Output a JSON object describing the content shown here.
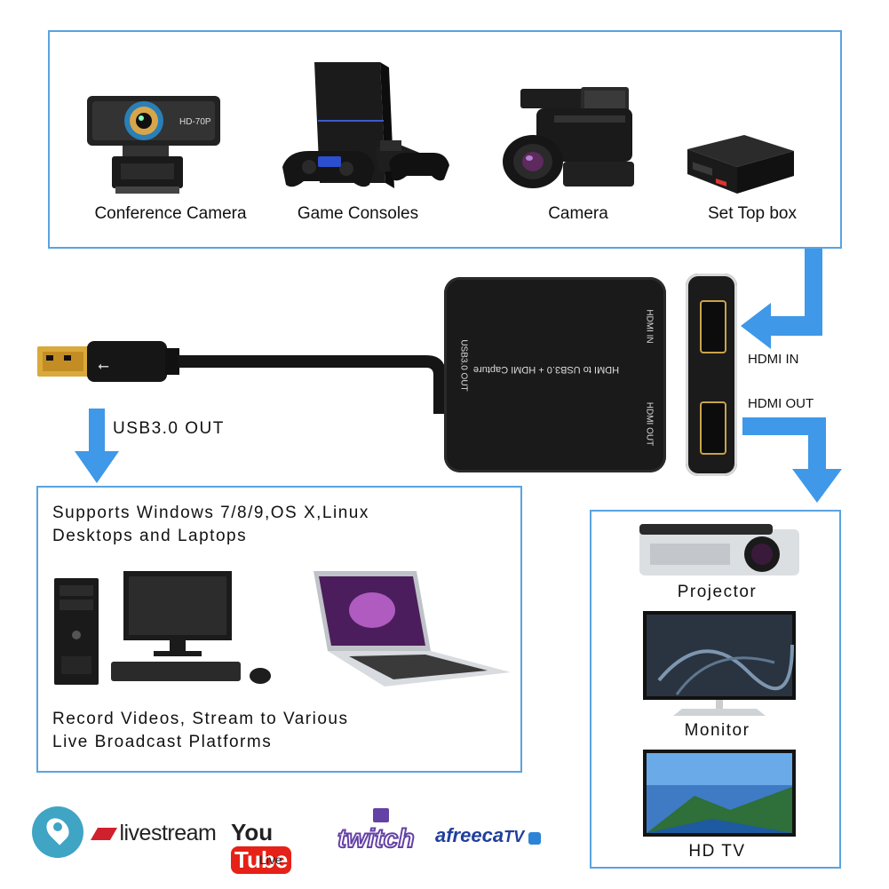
{
  "sources": {
    "items": [
      {
        "label": "Conference Camera",
        "icon": "webcam-icon",
        "badge": "HD-70P"
      },
      {
        "label": "Game Consoles",
        "icon": "game-console-icon"
      },
      {
        "label": "Camera",
        "icon": "camcorder-icon"
      },
      {
        "label": "Set Top box",
        "icon": "set-top-box-icon"
      }
    ]
  },
  "device": {
    "port_in_label": "HDMI IN",
    "port_out_label": "HDMI OUT",
    "usb_label": "USB3.0 OUT",
    "product_label": "HDMI to USB3.0 + HDMI Capture",
    "side_in": "HDMI IN",
    "side_out": "HDMI OUT"
  },
  "usb_out_label": "USB3.0 OUT",
  "computers": {
    "support_line1": "Supports Windows 7/8/9,OS X,Linux",
    "support_line2": "Desktops and Laptops",
    "record_line1": "Record Videos, Stream to Various",
    "record_line2": "Live Broadcast Platforms"
  },
  "outputs": {
    "items": [
      {
        "label": "Projector",
        "icon": "projector-icon"
      },
      {
        "label": "Monitor",
        "icon": "monitor-icon"
      },
      {
        "label": "HD TV",
        "icon": "tv-icon"
      }
    ]
  },
  "platforms": {
    "livestream": "livestream",
    "youtube_you": "You",
    "youtube_tube": "Tube",
    "youtube_live": "Live",
    "twitch": "twitch",
    "afreeca": "afreeca",
    "afreeca_tv": "TV"
  },
  "colors": {
    "accent": "#3f98e8",
    "border": "#5aa3e0",
    "device": "#1c1c1c",
    "youtube_red": "#e62117",
    "twitch_purple": "#6441a5",
    "periscope": "#40a4c4",
    "livestream_red": "#cf202e",
    "afreeca_blue": "#1f3f9e"
  }
}
